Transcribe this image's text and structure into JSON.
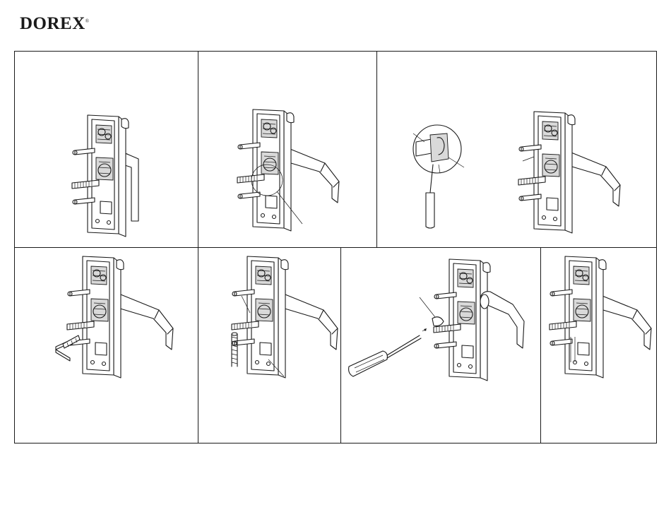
{
  "brand": {
    "name": "DOREX",
    "mark": "®"
  },
  "panels": [
    {
      "id": "step-1",
      "icon": "lock-body-handle-illustration"
    },
    {
      "id": "step-2",
      "icon": "lock-body-lever-callout-illustration"
    },
    {
      "id": "step-3",
      "icon": "spindle-detail-screwdriver-illustration"
    },
    {
      "id": "step-4",
      "icon": "hex-key-screw-illustration"
    },
    {
      "id": "step-5",
      "icon": "spring-insert-illustration"
    },
    {
      "id": "step-6",
      "icon": "screwdriver-cover-plate-illustration"
    },
    {
      "id": "step-7",
      "icon": "assembled-lock-illustration"
    }
  ],
  "colors": {
    "line": "#1a1a1a",
    "background": "#ffffff"
  }
}
